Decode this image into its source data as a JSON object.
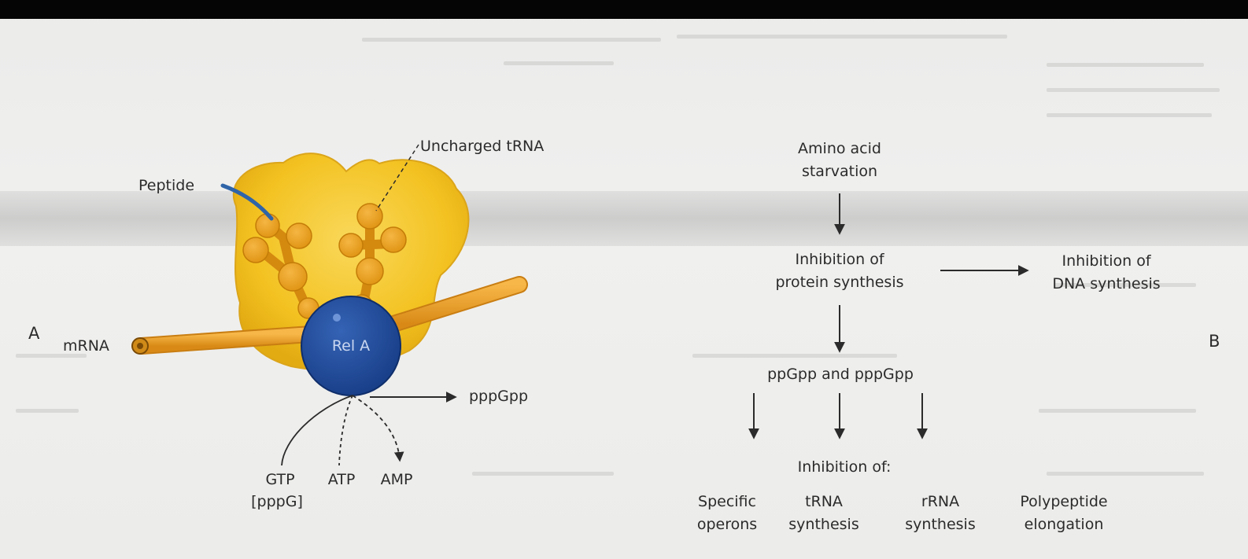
{
  "panel_a": {
    "panel_letter": "A",
    "labels": {
      "uncharged_trna": "Uncharged tRNA",
      "peptide": "Peptide",
      "mrna": "mRNA",
      "rela": "Rel A",
      "pppgpp": "pppGpp",
      "gtp": "GTP",
      "pppg": "[pppG]",
      "atp": "ATP",
      "amp": "AMP"
    }
  },
  "panel_b": {
    "panel_letter": "B",
    "nodes": {
      "starvation_line1": "Amino acid",
      "starvation_line2": "starvation",
      "protein_inhibition_line1": "Inhibition of",
      "protein_inhibition_line2": "protein synthesis",
      "dna_inhibition_line1": "Inhibition of",
      "dna_inhibition_line2": "DNA synthesis",
      "alarmones": "ppGpp and pppGpp",
      "inhibition_of": "Inhibition of:"
    },
    "targets": [
      {
        "line1": "Specific",
        "line2": "operons"
      },
      {
        "line1": "tRNA",
        "line2": "synthesis"
      },
      {
        "line1": "rRNA",
        "line2": "synthesis"
      },
      {
        "line1": "Polypeptide",
        "line2": "elongation"
      }
    ]
  },
  "colors": {
    "ribosome": "#f5c21a",
    "trna": "#eba21e",
    "mrna": "#efa12a",
    "rela": "#1f4a98",
    "peptide": "#2f64a8",
    "text": "#2b2b2b"
  }
}
